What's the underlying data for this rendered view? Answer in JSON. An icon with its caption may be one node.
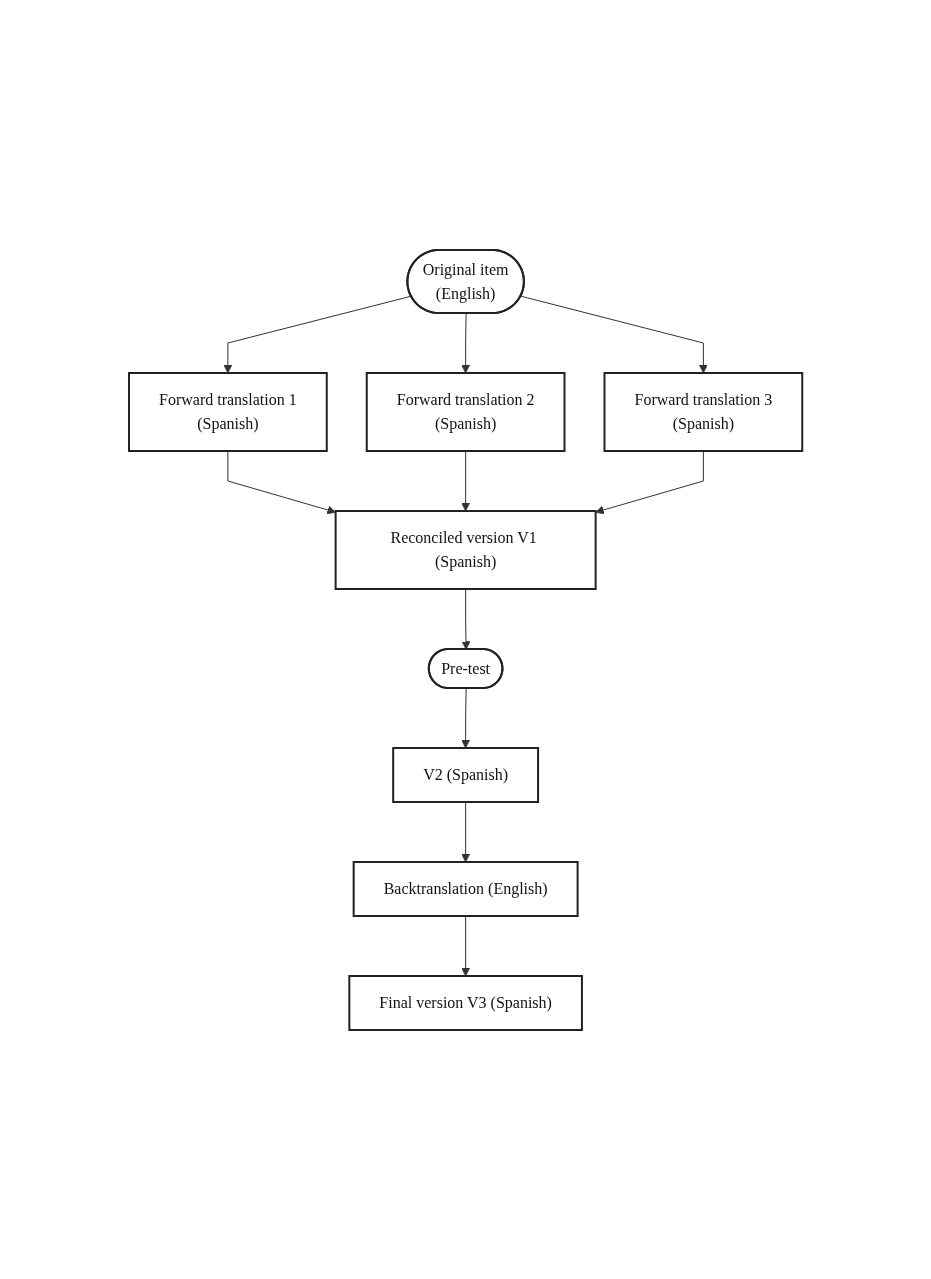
{
  "diagram": {
    "nodes": [
      {
        "text": [
          "Original item",
          "(English)"
        ]
      },
      {
        "text": [
          "Forward translation 1",
          "(Spanish)"
        ]
      },
      {
        "text": [
          "Forward translation 2",
          "(Spanish)"
        ]
      },
      {
        "text": [
          "Forward translation 3",
          "(Spanish)"
        ]
      },
      {
        "text": [
          "Reconciled version V1 (Spanish)"
        ]
      },
      {
        "text": [
          "Pre-test"
        ]
      },
      {
        "text": [
          "V2 (Spanish)"
        ]
      },
      {
        "text": [
          "Backtranslation (English)"
        ]
      },
      {
        "text": [
          "Final version V3 (Spanish)"
        ]
      }
    ],
    "edges": [
      {
        "from": 0,
        "to": 1,
        "arrow": "to"
      },
      {
        "from": 0,
        "to": 2,
        "arrow": "to"
      },
      {
        "from": 0,
        "to": 3,
        "arrow": "to"
      },
      {
        "from": 1,
        "to": 4,
        "arrow": "to"
      },
      {
        "from": 2,
        "to": 4,
        "arrow": "to"
      },
      {
        "from": 3,
        "to": 4,
        "arrow": "to"
      },
      {
        "from": 4,
        "to": 5,
        "arrow": "to"
      },
      {
        "from": 5,
        "to": 6,
        "arrow": "to"
      },
      {
        "from": 6,
        "to": 7,
        "arrow": "to"
      },
      {
        "from": 7,
        "to": 8,
        "arrow": "to"
      }
    ]
  }
}
